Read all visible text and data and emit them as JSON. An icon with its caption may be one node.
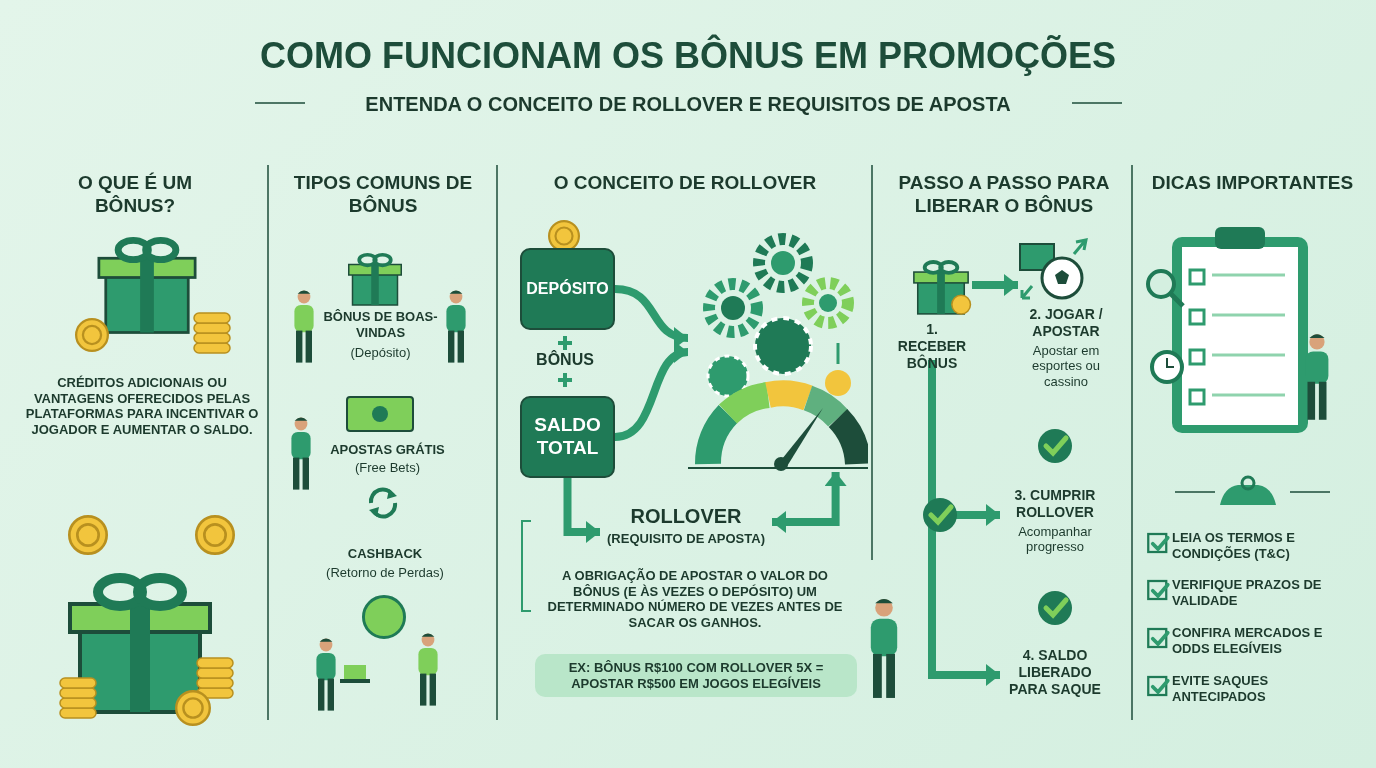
{
  "diagram": {
    "title": "COMO FUNCIONAM OS BÔNUS EM PROMOÇÕES",
    "nodes": [
      {
        "text": [
          "DEPÓSITO"
        ]
      },
      {
        "text": [
          "SALDO TOTAL"
        ]
      },
      {
        "text": [],
        "shape": "picture"
      },
      {
        "text": [
          "ROLLOVER",
          "(REQUISITO DE APOSTA)"
        ]
      },
      {
        "text": [
          "1. RECEBER BÔNUS"
        ]
      },
      {
        "text": [
          "2. JOGAR / APOSTAR",
          "Apostar em esportes ou cassino"
        ]
      },
      {
        "text": [
          "3. CUMPRIR ROLLOVER",
          "Acompanhar progresso"
        ]
      },
      {
        "text": [
          "4. SALDO LIBERADO PARA SAQUE"
        ]
      }
    ],
    "edges": [
      {
        "from": 0,
        "to": 2,
        "arrow": "to"
      },
      {
        "from": 1,
        "to": 2,
        "arrow": "to"
      },
      {
        "from": 1,
        "to": 3,
        "arrow": "to"
      },
      {
        "from": 3,
        "to": 2,
        "arrow": "both"
      },
      {
        "from": 4,
        "to": 5,
        "arrow": "to"
      },
      {
        "from": 4,
        "to": 6,
        "arrow": "to"
      },
      {
        "from": 4,
        "to": 7,
        "arrow": "to"
      }
    ],
    "labels": [
      "ENTENDA O CONCEITO DE ROLLOVER E REQUISITOS DE APOSTA",
      "O QUE É UM BÔNUS?",
      "CRÉDITOS ADICIONAIS OU VANTAGENS OFERECIDOS PELAS PLATAFORMAS PARA INCENTIVAR O JOGADOR E AUMENTAR O SALDO.",
      "TIPOS COMUNS DE BÔNUS",
      "BÔNUS DE BOAS-VINDAS",
      "(Depósito)",
      "APOSTAS GRÁTIS",
      "(Free Bets)",
      "CASHBACK",
      "(Retorno de Perdas)",
      "O CONCEITO DE ROLLOVER",
      "BÔNUS",
      "A OBRIGAÇÃO DE APOSTAR O VALOR DO BÔNUS (E ÀS VEZES O DEPÓSITO) UM DETERMINADO NÚMERO DE VEZES ANTES DE SACAR OS GANHOS.",
      "EX: BÔNUS R$100 COM ROLLOVER 5X = APOSTAR R$500 EM JOGOS ELEGÍVEIS",
      "PASSO A PASSO PARA LIBERAR O BÔNUS",
      "DICAS IMPORTANTES",
      "LEIA OS TERMOS E CONDIÇÕES (T&C)",
      "VERIFIQUE PRAZOS DE VALIDADE",
      "CONFIRA MERCADOS E ODDS ELEGÍVEIS",
      "EVITE SAQUES ANTECIPADOS"
    ]
  }
}
